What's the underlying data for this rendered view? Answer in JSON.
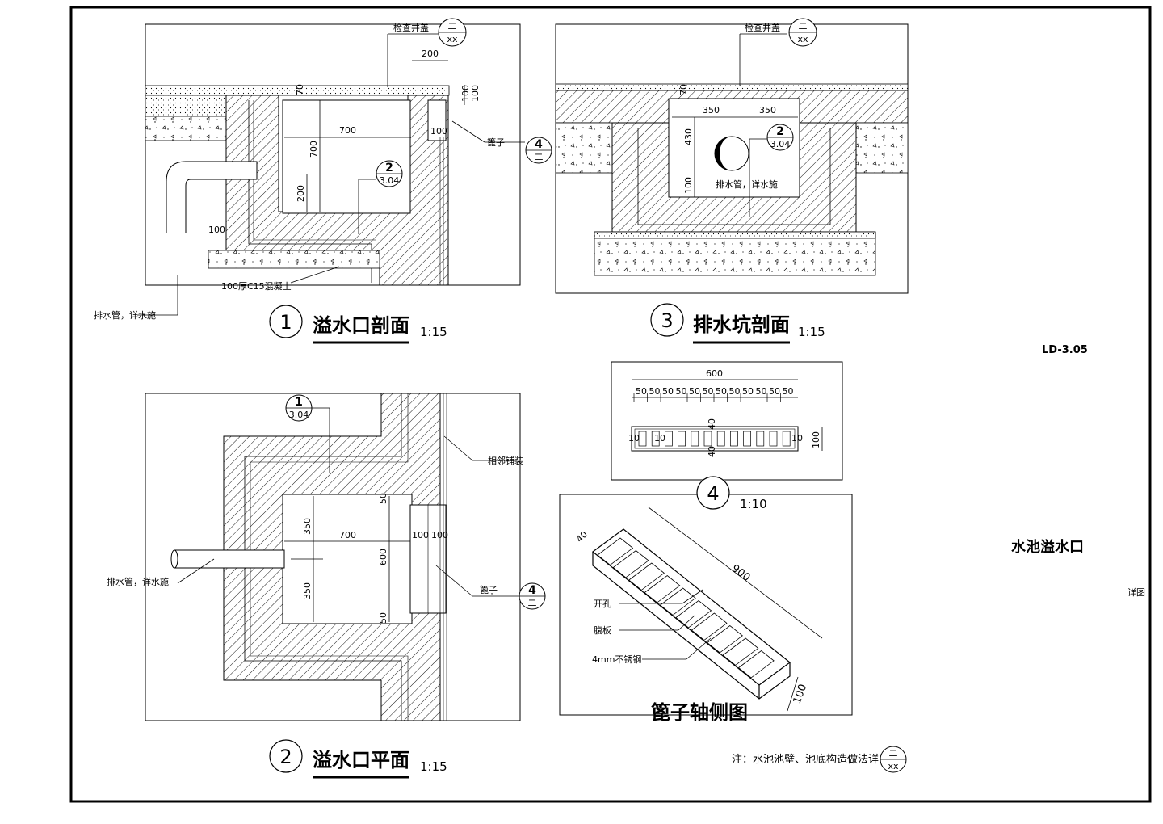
{
  "sheet": {
    "number": "LD-3.05",
    "title": "水池溢水口",
    "subtitle": "详图",
    "note": "注：水池池壁、池底构造做法详见",
    "note_ref_top": "二",
    "note_ref_bottom": "xx"
  },
  "views": {
    "v1": {
      "num": "1",
      "title": "溢水口剖面",
      "scale": "1:15"
    },
    "v2": {
      "num": "2",
      "title": "溢水口平面",
      "scale": "1:15"
    },
    "v3": {
      "num": "3",
      "title": "排水坑剖面",
      "scale": "1:15"
    },
    "v4": {
      "num": "4",
      "scale": "1:10",
      "iso_title": "篦子轴侧图"
    }
  },
  "labels": {
    "manhole_cover": "检查井盖",
    "ref_top_er": "二",
    "ref_bottom_xx": "xx",
    "grate": "篦子",
    "drain_pipe": "排水管，详水施",
    "concrete": "100厚C15混凝土",
    "adjacent_paving": "相邻铺装",
    "hole": "开孔",
    "web": "腹板",
    "steel": "4mm不锈钢",
    "ref_2": "2",
    "ref_304": "3.04",
    "ref_1": "1",
    "ref_4": "4",
    "ref_er": "二"
  },
  "dims": {
    "d200": "200",
    "d70": "70",
    "d100": "100",
    "d700": "700",
    "d350": "350",
    "d430": "430",
    "d50": "50",
    "d600": "600",
    "d10": "10",
    "d40": "40",
    "d900": "900"
  }
}
